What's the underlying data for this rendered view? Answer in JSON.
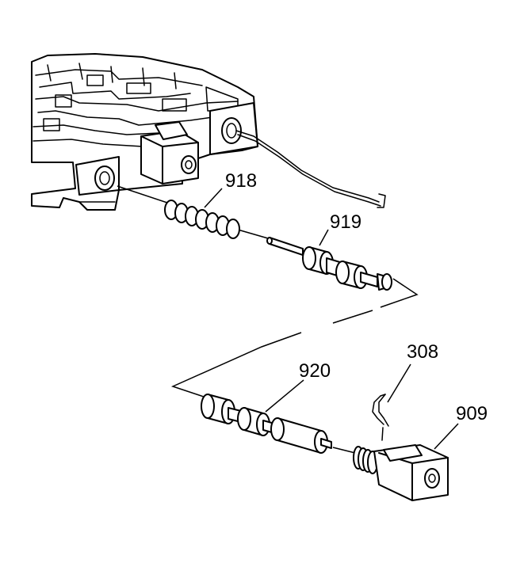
{
  "diagram": {
    "callouts": [
      {
        "id": "918",
        "text": "918"
      },
      {
        "id": "919",
        "text": "919"
      },
      {
        "id": "920",
        "text": "920"
      },
      {
        "id": "308",
        "text": "308"
      },
      {
        "id": "909",
        "text": "909"
      }
    ]
  }
}
